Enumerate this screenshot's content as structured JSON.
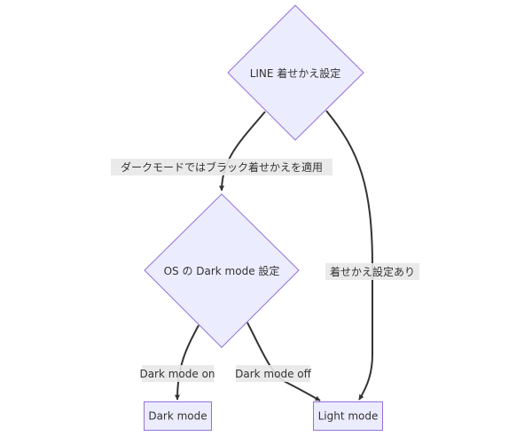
{
  "diagram": {
    "type": "flowchart",
    "direction": "top-down",
    "nodes": {
      "line_setting": {
        "label": "LINE 着せかえ設定",
        "shape": "decision"
      },
      "os_setting": {
        "label": "OS の Dark mode 設定",
        "shape": "decision"
      },
      "dark_mode": {
        "label": "Dark mode",
        "shape": "process"
      },
      "light_mode": {
        "label": "Light mode",
        "shape": "process"
      }
    },
    "edges": [
      {
        "from": "line_setting",
        "to": "os_setting",
        "label": "ダークモードではブラック着せかえを適用"
      },
      {
        "from": "line_setting",
        "to": "light_mode",
        "label": "着せかえ設定あり"
      },
      {
        "from": "os_setting",
        "to": "dark_mode",
        "label": "Dark mode on"
      },
      {
        "from": "os_setting",
        "to": "light_mode",
        "label": "Dark mode off"
      }
    ],
    "colors": {
      "node_fill": "#ECECFF",
      "node_stroke": "#9370DB",
      "edge": "#333333",
      "edge_label_bg": "#e8e8e8",
      "text": "#333333"
    }
  }
}
